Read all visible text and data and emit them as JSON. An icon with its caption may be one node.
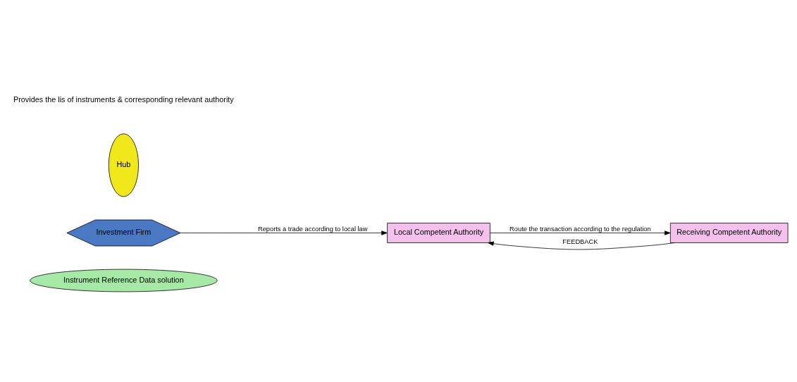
{
  "diagram": {
    "nodes": [
      {
        "text": [
          "Instrument Reference Data solution"
        ]
      },
      {
        "text": [
          "Investment Firm"
        ]
      },
      {
        "text": [
          "Local Competent Authority"
        ]
      },
      {
        "text": [
          "Hub"
        ]
      },
      {
        "text": [
          "Receiving Competent Authority"
        ]
      }
    ],
    "edges": [
      {
        "from": 1,
        "to": 2,
        "arrow": "to",
        "label": "Reports a trade according to local law"
      },
      {
        "from": 2,
        "to": 4,
        "arrow": "to",
        "label": "Route the transaction according to the regulation"
      },
      {
        "from": 4,
        "to": 2,
        "arrow": "to",
        "label": "FEEDBACK"
      }
    ],
    "labels": [
      "Provides the lis of instruments & corresponding relevant authority"
    ]
  }
}
